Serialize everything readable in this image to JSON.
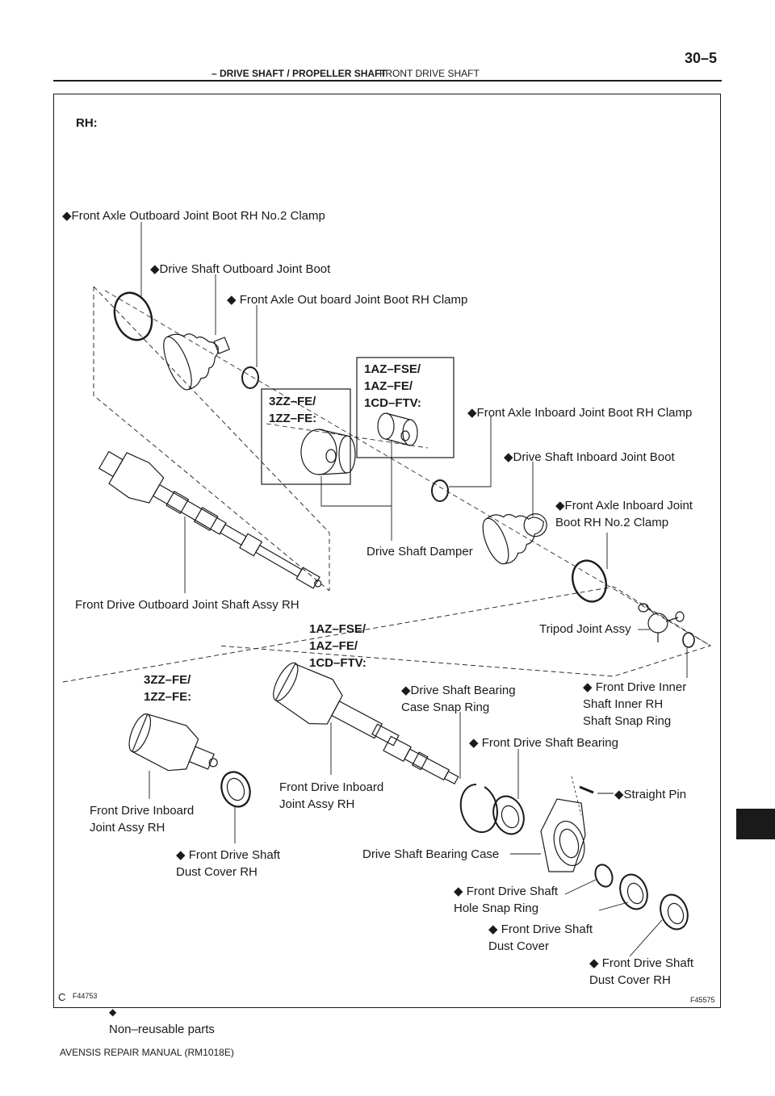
{
  "header": {
    "section": "– DRIVE SHAFT / PROPELLER SHAFT",
    "subsection": "FRONT DRIVE SHAFT",
    "page_number": "30–5"
  },
  "footer": {
    "text": "AVENSIS REPAIR MANUAL   (RM1018E)"
  },
  "diagram": {
    "heading": "RH:",
    "legend_symbol": "◆",
    "legend_text": "Non–reusable parts",
    "code_left_prefix": "C",
    "code_left": "F44753",
    "code_right": "F45575",
    "engine_group_a": "3ZZ–FE/\n1ZZ–FE:",
    "engine_group_b": "1AZ–FSE/\n1AZ–FE/\n1CD–FTV:",
    "engine_group_c": "3ZZ–FE/\n1ZZ–FE:",
    "engine_group_d": "1AZ–FSE/\n1AZ–FE/\n1CD–FTV:",
    "labels": {
      "outboard_boot_no2_clamp": "◆Front Axle Outboard Joint Boot RH No.2 Clamp",
      "outboard_boot": "◆Drive Shaft Outboard Joint Boot",
      "outboard_boot_clamp": "◆ Front Axle Out board Joint Boot RH Clamp",
      "inboard_boot_clamp": "◆Front Axle Inboard Joint Boot RH Clamp",
      "inboard_boot": "◆Drive Shaft Inboard Joint Boot",
      "inboard_boot_no2_clamp": "◆Front Axle Inboard Joint\n   Boot RH No.2 Clamp",
      "damper": "Drive Shaft Damper",
      "outboard_shaft_assy": "Front Drive Outboard Joint Shaft Assy RH",
      "tripod": "Tripod Joint Assy",
      "inner_snap_ring": "◆ Front Drive Inner\n    Shaft Inner RH\n    Shaft Snap Ring",
      "bearing_case_snap_ring": "◆Drive  Shaft  Bearing\n   Case Snap Ring",
      "bearing": "◆ Front Drive Shaft Bearing",
      "straight_pin": "◆Straight Pin",
      "inboard_joint_a": "Front Drive Inboard\nJoint Assy RH",
      "inboard_joint_b": "Front Drive Inboard\nJoint Assy RH",
      "dust_cover_rh_left": "◆ Front Drive Shaft\n    Dust Cover RH",
      "bearing_case": "Drive Shaft Bearing Case",
      "hole_snap_ring": "◆ Front Drive Shaft\n    Hole Snap Ring",
      "dust_cover": "◆ Front Drive Shaft\n    Dust Cover",
      "dust_cover_rh_right": "◆ Front Drive Shaft\n    Dust Cover RH"
    }
  }
}
